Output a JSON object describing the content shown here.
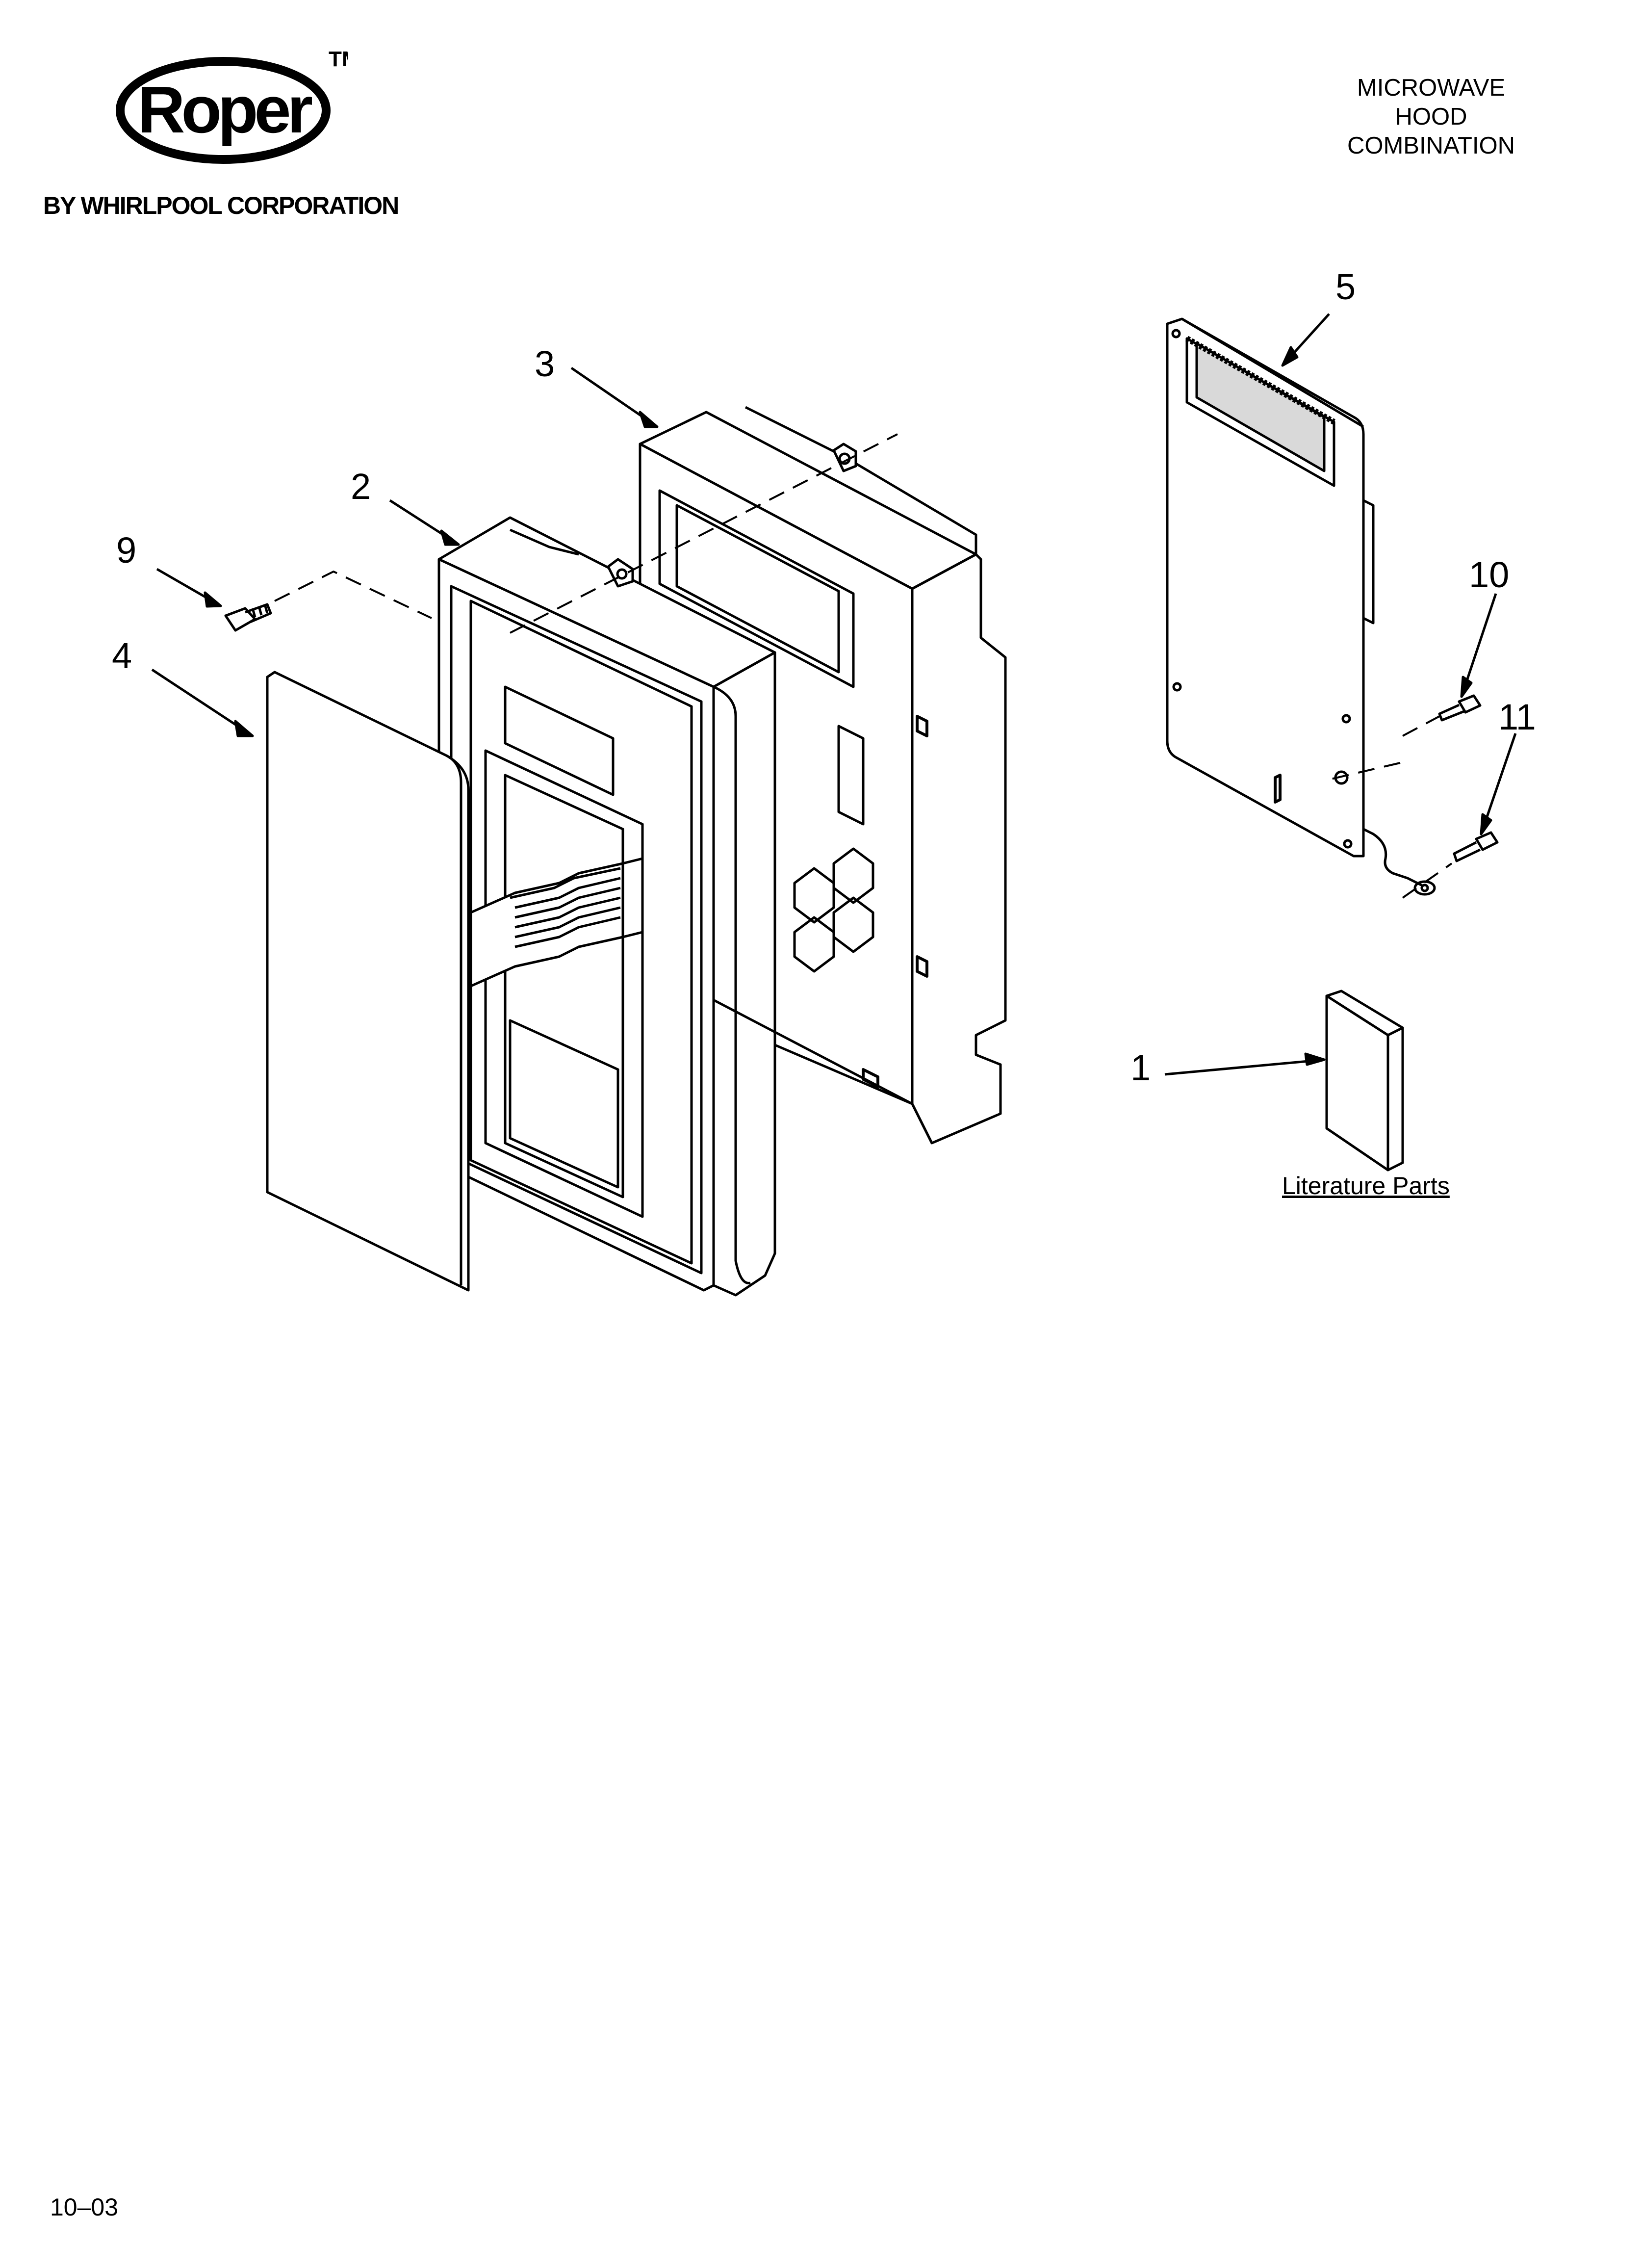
{
  "brand": {
    "logo_text": "Roper",
    "trademark": "TM",
    "byline": "BY WHIRLPOOL CORPORATION"
  },
  "header": {
    "title_lines": [
      "MICROWAVE",
      "HOOD",
      "COMBINATION"
    ]
  },
  "callouts": {
    "c1": "1",
    "c2": "2",
    "c3": "3",
    "c4": "4",
    "c5": "5",
    "c9": "9",
    "c10": "10",
    "c11": "11"
  },
  "literature_label": "Literature Parts",
  "footer": {
    "date_code": "10–03"
  },
  "colors": {
    "ink": "#000000",
    "paper": "#ffffff",
    "shade": "#bfbfbf"
  }
}
